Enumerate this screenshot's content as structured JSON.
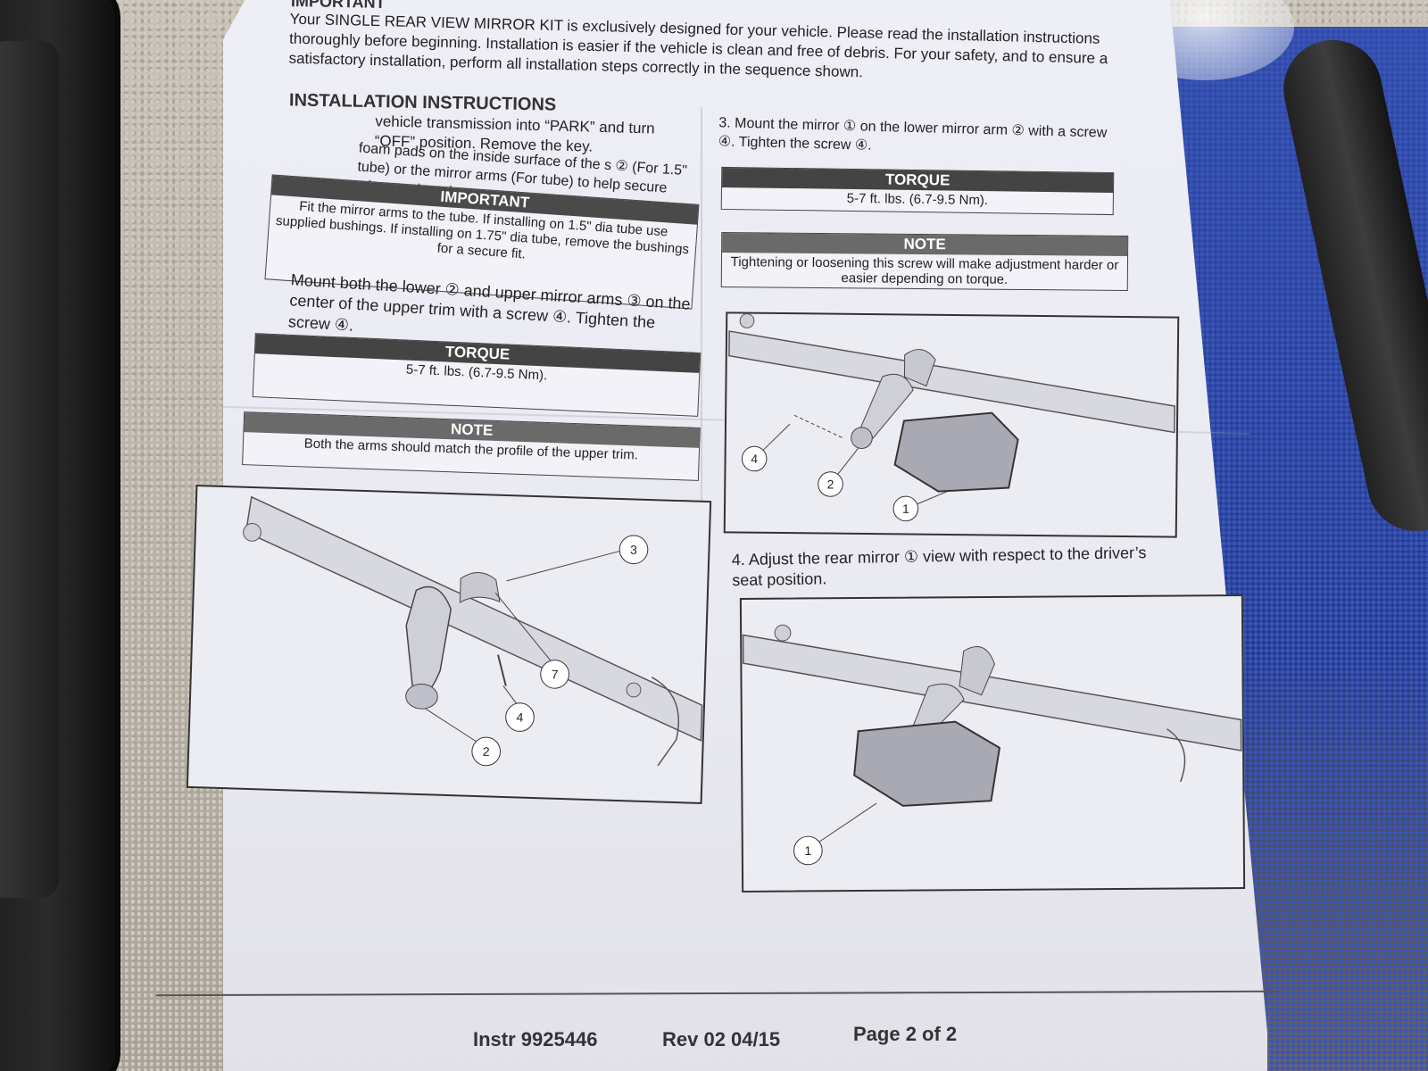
{
  "intro": {
    "heading": "IMPORTANT",
    "body": "Your SINGLE REAR VIEW MIRROR KIT is exclusively designed for your vehicle. Please read the installation instructions thoroughly before beginning. Installation is easier if the vehicle is clean and free of debris. For your safety, and to ensure a satisfactory installation, perform all installation steps correctly in the sequence shown."
  },
  "instructions": {
    "heading": "INSTALLATION INSTRUCTIONS",
    "step1_partial": "vehicle transmission into “PARK” and turn “OFF” position. Remove the key.",
    "step2_partial": "foam pads on the inside surface of the s ② (For 1.5\" tube) or the mirror arms (For tube) to help secure mirror to the tube.",
    "important_box": {
      "title": "IMPORTANT",
      "body": "Fit the mirror arms to the tube. If installing on 1.5\" dia tube use supplied bushings. If installing on 1.75\" dia tube, remove the bushings for a secure fit."
    },
    "mount_step": "Mount both the lower ② and upper mirror arms ③ on the center of the upper trim with a screw ④. Tighten the screw ④.",
    "torque_left": {
      "title": "TORQUE",
      "value": "5-7 ft. lbs. (6.7-9.5 Nm)."
    },
    "note_left": {
      "title": "NOTE",
      "body": "Both the arms should match the profile of the upper trim."
    },
    "step3": "3.  Mount the mirror ① on the lower mirror arm ② with a screw ④. Tighten the screw ④.",
    "torque_right": {
      "title": "TORQUE",
      "value": "5-7 ft. lbs. (6.7-9.5 Nm)."
    },
    "note_right": {
      "title": "NOTE",
      "body": "Tightening or loosening this screw will make adjustment harder or easier depending on torque."
    },
    "step4": "4.  Adjust the rear mirror ① view with respect to the driver’s seat position."
  },
  "figures": {
    "fig_a_callouts": [
      "3",
      "7",
      "4",
      "2"
    ],
    "fig_b_callouts": [
      "4",
      "2",
      "1"
    ],
    "fig_c_callouts": [
      "1"
    ]
  },
  "footer": {
    "instr": "Instr 9925446",
    "rev": "Rev 02  04/15",
    "page": "Page 2 of 2"
  },
  "colors": {
    "paper": "#ececf3",
    "bar_dark": "#444444",
    "towel": "#2f4aa8"
  }
}
